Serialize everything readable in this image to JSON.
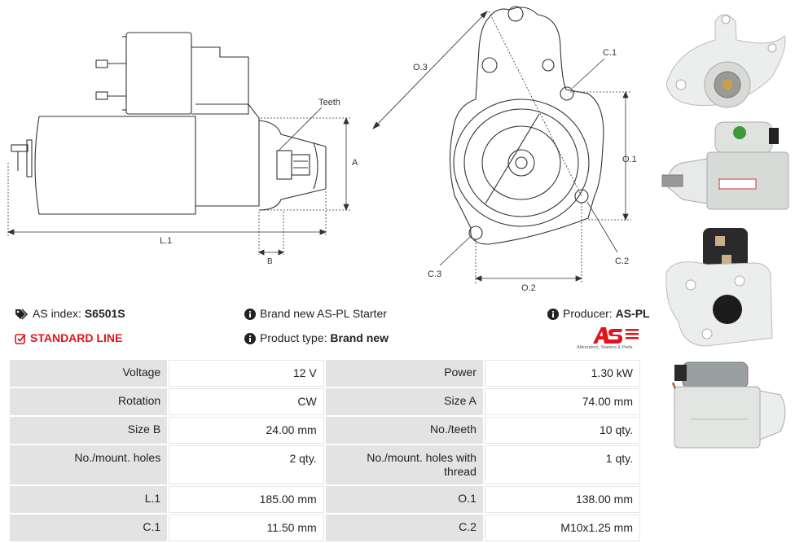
{
  "diagram": {
    "side_labels": {
      "teeth": "Teeth",
      "a": "A",
      "l1": "L.1",
      "b": "B"
    },
    "front_labels": {
      "o3": "O.3",
      "c1": "C.1",
      "o1": "O.1",
      "c2": "C.2",
      "c3": "C.3",
      "o2": "O.2"
    }
  },
  "info": {
    "as_index_label": "AS index:",
    "as_index_value": "S6501S",
    "line_label": "STANDARD LINE",
    "description": "Brand new AS-PL Starter",
    "product_type_label": "Product type:",
    "product_type_value": "Brand new",
    "producer_label": "Producer:",
    "producer_value": "AS-PL",
    "logo_caption": "Alternators, Starters & Parts"
  },
  "specs": [
    {
      "l1": "Voltage",
      "v1": "12 V",
      "l2": "Power",
      "v2": "1.30 kW"
    },
    {
      "l1": "Rotation",
      "v1": "CW",
      "l2": "Size A",
      "v2": "74.00 mm"
    },
    {
      "l1": "Size B",
      "v1": "24.00 mm",
      "l2": "No./teeth",
      "v2": "10 qty."
    },
    {
      "l1": "No./mount. holes",
      "v1": "2 qty.",
      "l2": "No./mount. holes with thread",
      "v2": "1 qty."
    },
    {
      "l1": "L.1",
      "v1": "185.00 mm",
      "l2": "O.1",
      "v2": "138.00 mm"
    },
    {
      "l1": "C.1",
      "v1": "11.50 mm",
      "l2": "C.2",
      "v2": "M10x1.25 mm"
    }
  ],
  "colors": {
    "accent": "#e0141c",
    "label_bg": "#e3e3e3"
  }
}
